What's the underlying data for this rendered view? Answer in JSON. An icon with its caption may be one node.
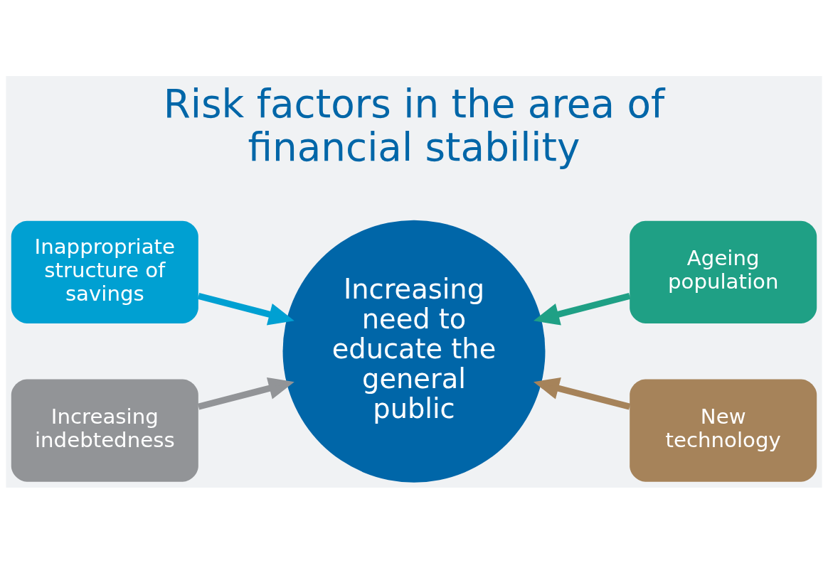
{
  "diagram": {
    "title": "Risk factors in the area of financial stability",
    "nodes": [
      {
        "text": [
          "Inappropriate structure of savings"
        ]
      },
      {
        "text": [
          "Ageing population"
        ]
      },
      {
        "text": [
          "Increasing need to educate the general public"
        ]
      },
      {
        "text": [
          "Increasing indebtedness"
        ]
      },
      {
        "text": [
          "New technology"
        ]
      }
    ],
    "edges": [
      {
        "from": 0,
        "to": 2,
        "arrow": "to",
        "color": "#00a0d2"
      },
      {
        "from": 1,
        "to": 2,
        "arrow": "to",
        "color": "#1fa085"
      },
      {
        "from": 3,
        "to": 2,
        "arrow": "to",
        "color": "#929497"
      },
      {
        "from": 4,
        "to": 2,
        "arrow": "to",
        "color": "#a6835a"
      }
    ]
  }
}
